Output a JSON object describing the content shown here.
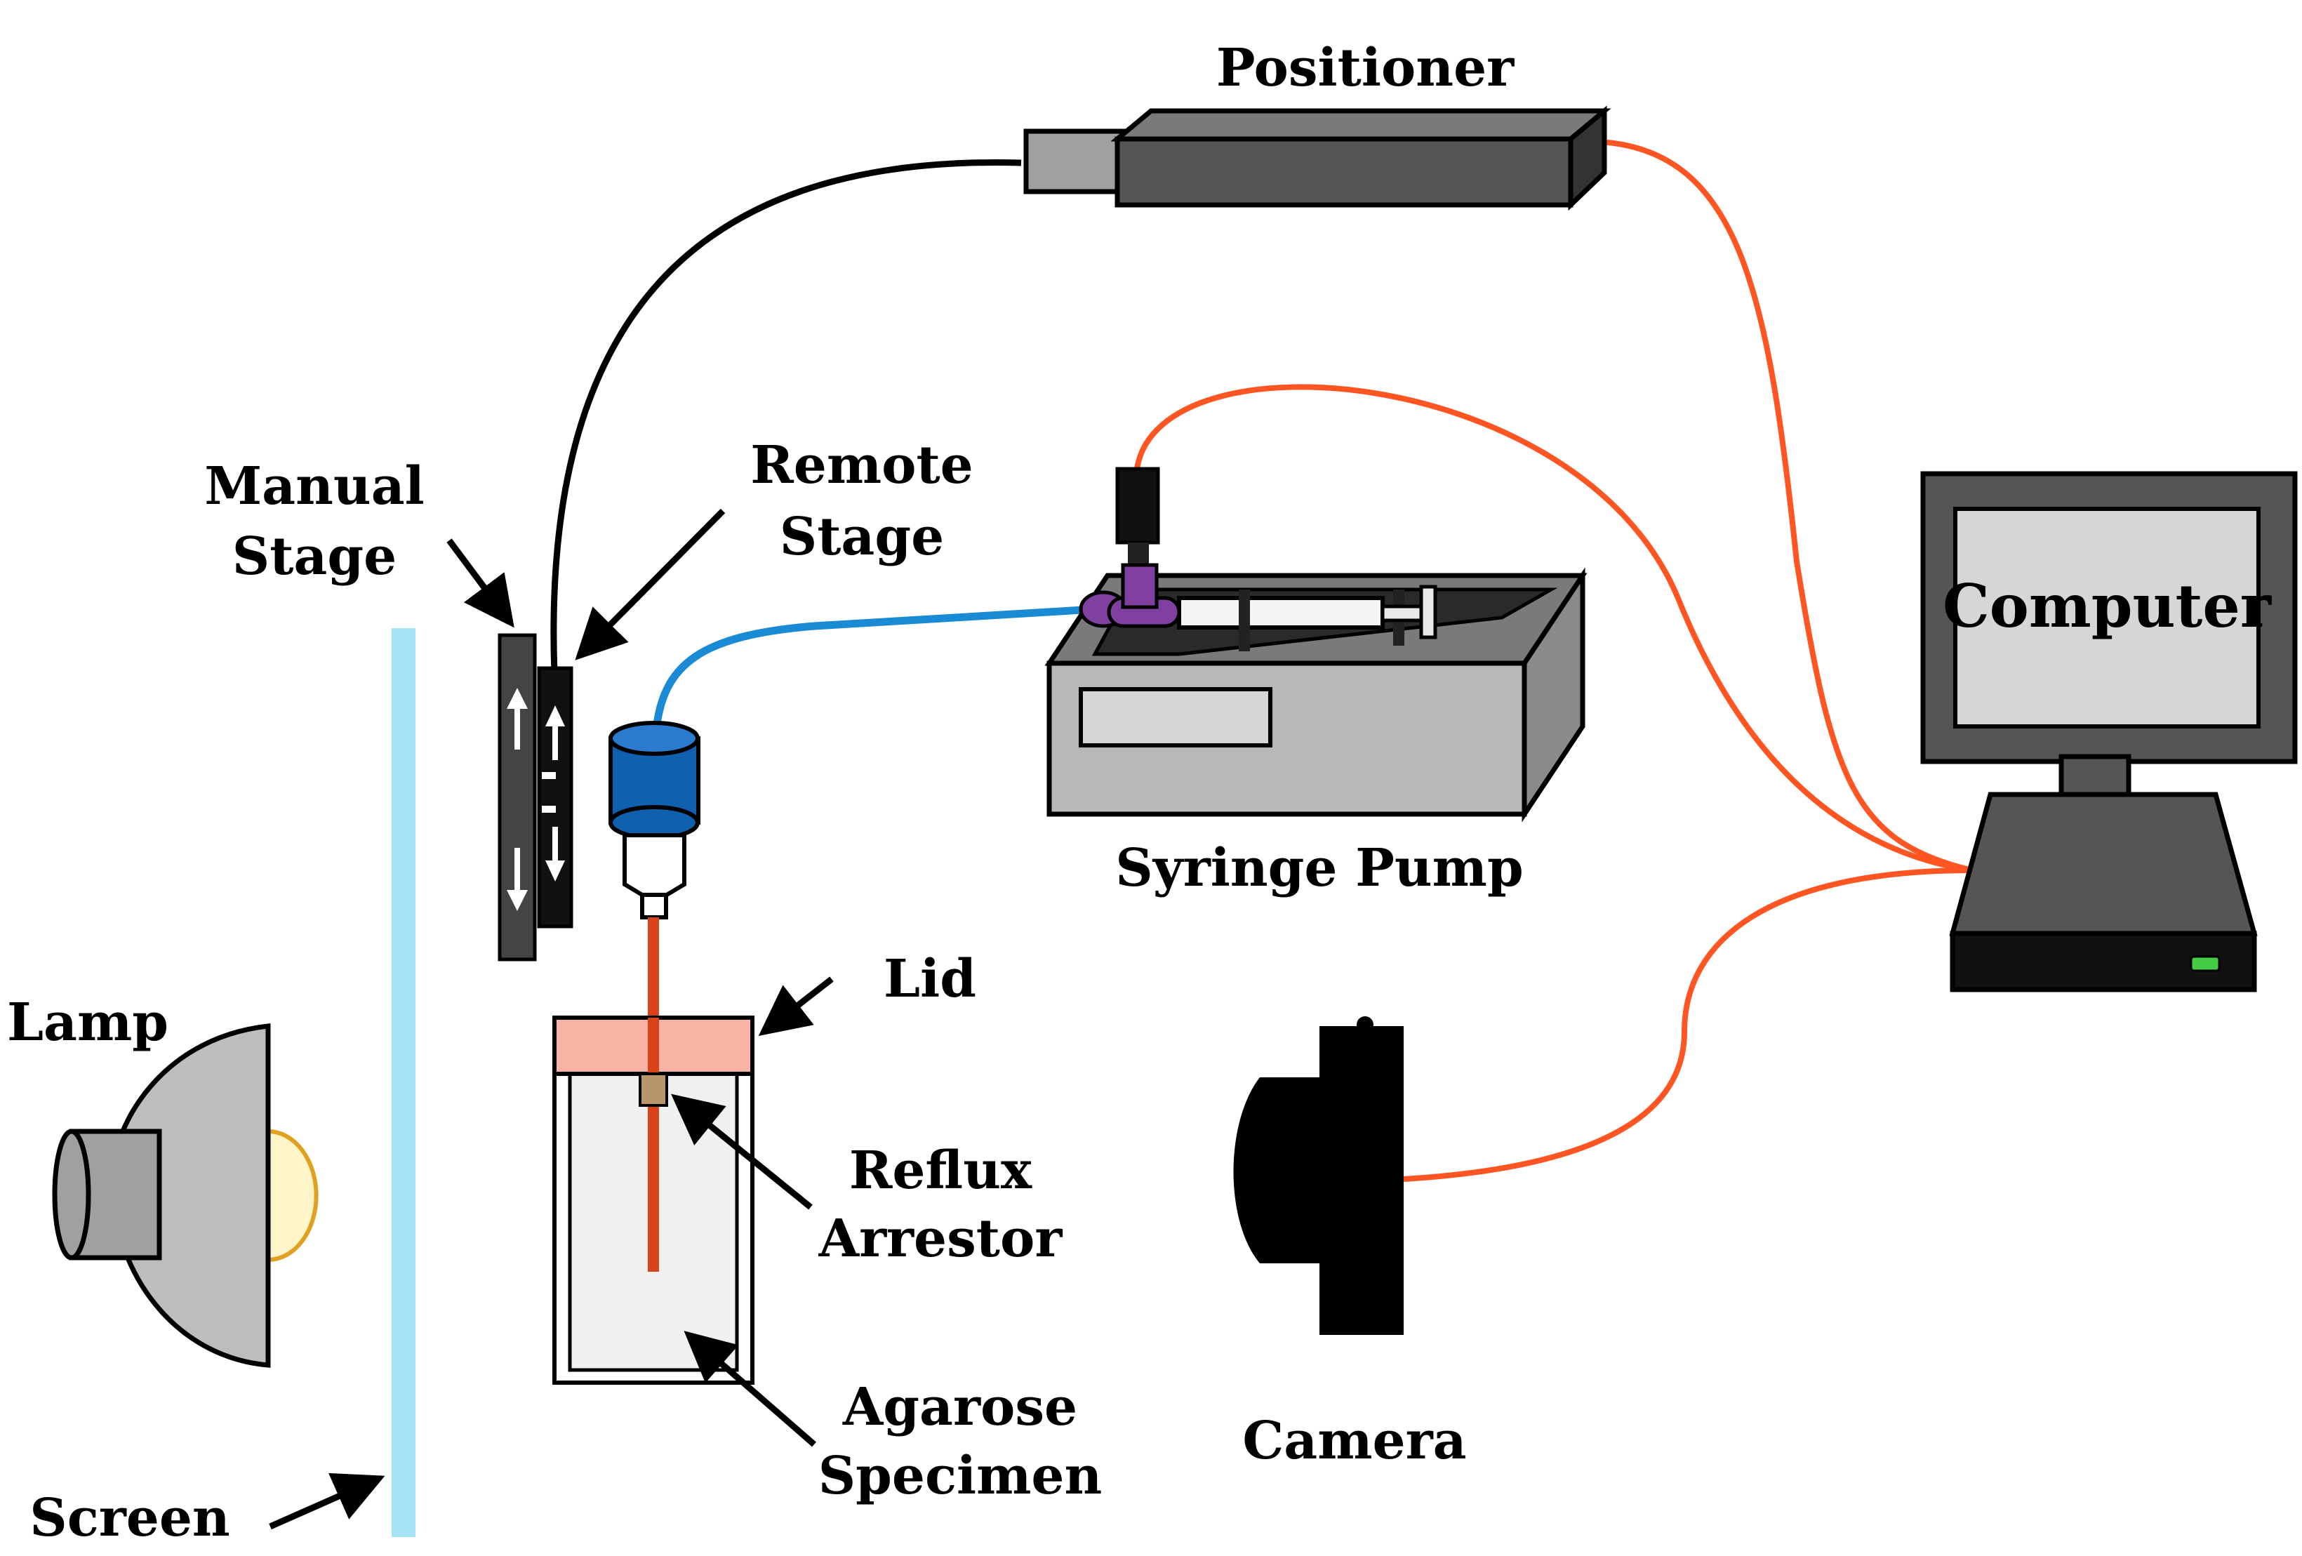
{
  "labels": {
    "positioner": "Positioner",
    "manual_stage_line1": "Manual",
    "manual_stage_line2": "Stage",
    "remote_stage_line1": "Remote",
    "remote_stage_line2": "Stage",
    "computer": "Computer",
    "syringe_pump": "Syringe Pump",
    "lid": "Lid",
    "lamp": "Lamp",
    "reflux_arrestor_line1": "Reflux",
    "reflux_arrestor_line2": "Arrestor",
    "agarose_specimen_line1": "Agarose",
    "agarose_specimen_line2": "Specimen",
    "camera": "Camera",
    "screen": "Screen"
  },
  "colors": {
    "cable_orange": "#ff5522",
    "tube_blue": "#1a8ad4",
    "screen_blue": "#a5e4f7",
    "lid_pink": "#f9b4a6",
    "needle_red": "#d9431a",
    "syringe_purple": "#8040a0",
    "connector_blue": "#1060b0",
    "device_dark_gray": "#555555",
    "device_mid_gray": "#7a7a7a",
    "device_light_gray": "#d6d6d6",
    "lamp_bulb_yellow": "#fff5c8",
    "led_green": "#44cc44"
  }
}
